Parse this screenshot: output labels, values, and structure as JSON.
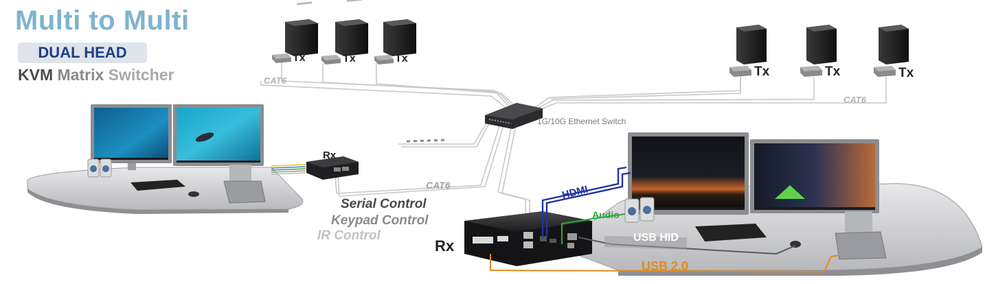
{
  "heading": {
    "title": "Multi to Multi",
    "badge": "DUAL HEAD",
    "subtitle_a": "KVM",
    "subtitle_b": "Matrix",
    "subtitle_c": "Switcher"
  },
  "labels": {
    "tx": "Tx",
    "rx": "Rx",
    "cat6": "CAT6",
    "switch": "1G/10G Ethernet Switch",
    "serial_control": "Serial Control",
    "keypad_control": "Keypad Control",
    "ir_control": "IR Control",
    "hdmi": "HDMI",
    "audio": "Audio",
    "usb_hid": "USB HID",
    "usb_2": "USB 2.0"
  },
  "colors": {
    "title": "#7fb3cf",
    "badge_text": "#1f3f84",
    "hdmi_cable": "#2233a0",
    "audio_cable": "#2fa83a",
    "usb2_cable": "#e58a1c",
    "cat6_cable": "#c8c8c8"
  }
}
